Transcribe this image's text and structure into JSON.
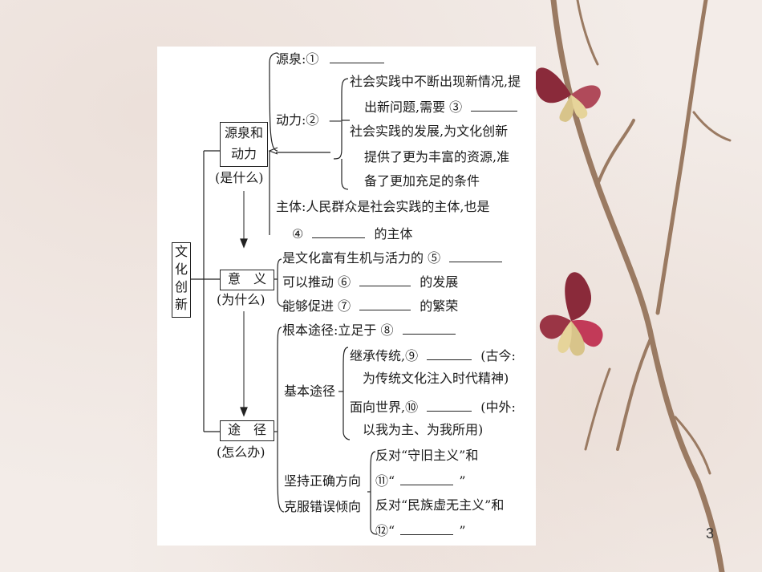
{
  "diagram": {
    "root": "文化创新",
    "sections": {
      "source": {
        "title": "源泉和动力",
        "title_line1": "源泉和",
        "title_line2": "动力",
        "sub": "(是什么)",
        "source_label": "源泉:①",
        "power_label": "动力:②",
        "power_item1_line1": "社会实践中不断出现新情况,提",
        "power_item1_line2": "出新问题,需要 ③",
        "power_item2_line1": "社会实践的发展,为文化创新",
        "power_item2_line2": "提供了更为丰富的资源,准",
        "power_item2_line3": "备了更加充足的条件",
        "subject_line1": "主体:人民群众是社会实践的主体,也是",
        "subject_line2_pre": "④",
        "subject_line2_post": "的主体"
      },
      "meaning": {
        "title": "意　义",
        "sub": "(为什么)",
        "item1": "是文化富有生机与活力的 ⑤",
        "item2_pre": "可以推动 ⑥",
        "item2_post": "的发展",
        "item3_pre": "能够促进 ⑦",
        "item3_post": "的繁荣"
      },
      "path": {
        "title": "途　径",
        "sub": "(怎么办)",
        "fundamental": "根本途径:立足于 ⑧",
        "basic_label": "基本途径",
        "basic1_pre": "继承传统,⑨",
        "basic1_post": "(古今:",
        "basic1_line2": "为传统文化注入时代精神)",
        "basic2_pre": "面向世界,⑩",
        "basic2_post": "(中外:",
        "basic2_line2": "以我为主、为我所用)",
        "direction_line1": "坚持正确方向",
        "direction_line2": "克服错误倾向",
        "oppose1_line1": "反对“守旧主义”和",
        "oppose1_line2_pre": "⑪“",
        "oppose1_line2_post": "”",
        "oppose2_line1": "反对“民族虚无主义”和",
        "oppose2_line2_pre": "⑫“",
        "oppose2_line2_post": "”"
      }
    }
  },
  "page_number": "3",
  "colors": {
    "background": "#f3ece8",
    "card": "#ffffff",
    "line": "#222222",
    "branch": "#9a7a62",
    "petal_dark": "#8a2a3a",
    "petal_light": "#d8c48a"
  }
}
